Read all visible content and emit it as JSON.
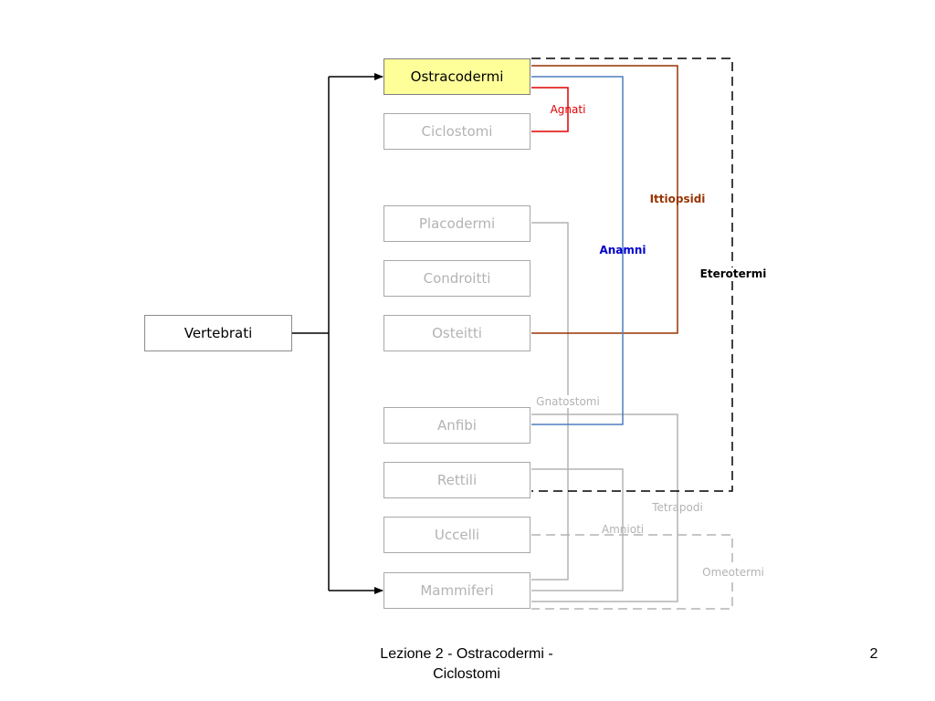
{
  "diagram": {
    "root": "Vertebrati",
    "nodes": [
      {
        "label": "Ostracodermi",
        "highlighted": true
      },
      {
        "label": "Ciclostomi",
        "highlighted": false
      },
      {
        "label": "Placodermi",
        "highlighted": false
      },
      {
        "label": "Condroitti",
        "highlighted": false
      },
      {
        "label": "Osteitti",
        "highlighted": false
      },
      {
        "label": "Anfibi",
        "highlighted": false
      },
      {
        "label": "Rettili",
        "highlighted": false
      },
      {
        "label": "Uccelli",
        "highlighted": false
      },
      {
        "label": "Mammiferi",
        "highlighted": false
      }
    ],
    "groups": {
      "agnati": {
        "label": "Agnati",
        "color": "#e00000",
        "members": [
          "Ostracodermi",
          "Ciclostomi"
        ]
      },
      "ittiopsidi": {
        "label": "Ittiopsidi",
        "color": "#993300",
        "members": [
          "Ostracodermi",
          "Osteitti"
        ]
      },
      "anamni": {
        "label": "Anamni",
        "color": "#0000cc",
        "line_color": "#4f7fbf",
        "members": [
          "Ostracodermi",
          "Anfibi"
        ]
      },
      "eterotermi": {
        "label": "Eterotermi",
        "color": "#000000",
        "members": [
          "Ostracodermi",
          "Rettili"
        ]
      },
      "gnatostomi": {
        "label": "Gnatostomi",
        "color": "#b3b3b3",
        "members": [
          "Placodermi",
          "Mammiferi"
        ]
      },
      "tetrapodi": {
        "label": "Tetrapodi",
        "color": "#b3b3b3",
        "members": [
          "Anfibi",
          "Mammiferi"
        ]
      },
      "amnioti": {
        "label": "Amnioti",
        "color": "#b3b3b3",
        "members": [
          "Rettili",
          "Mammiferi"
        ]
      },
      "omeotermi": {
        "label": "Omeotermi",
        "color": "#b3b3b3",
        "members": [
          "Uccelli",
          "Mammiferi"
        ]
      }
    },
    "colors": {
      "highlight_fill": "#ffff99",
      "inactive_text": "#b3b3b3",
      "inactive_line": "#b3b3b3"
    }
  },
  "footer": {
    "title_line1": "Lezione 2 - Ostracodermi -",
    "title_line2": "Ciclostomi",
    "page_number": "2"
  }
}
